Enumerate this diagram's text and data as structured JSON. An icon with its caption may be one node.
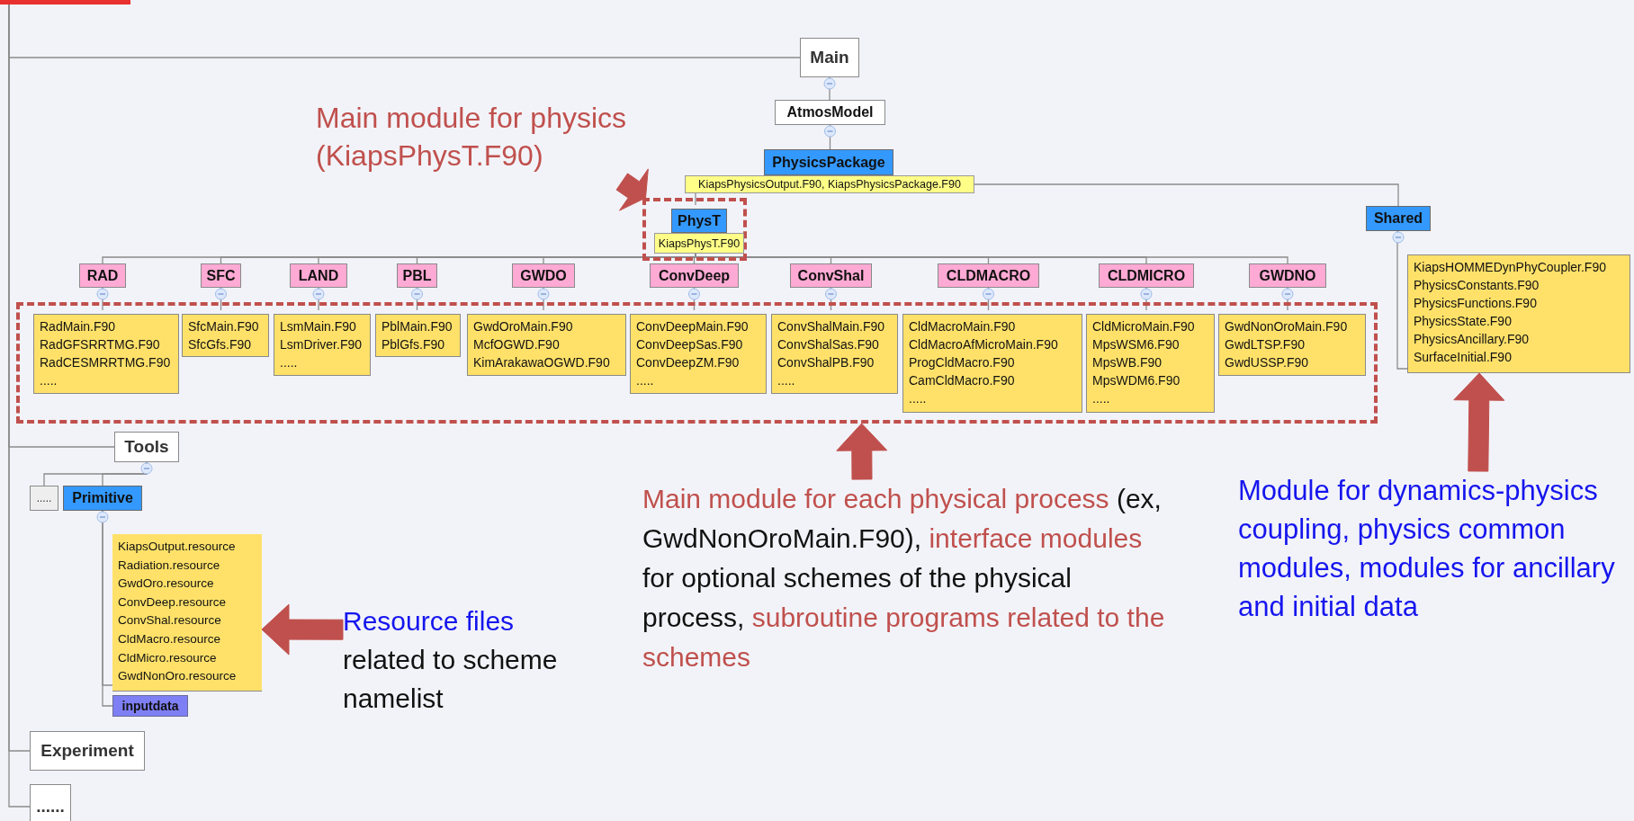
{
  "diagram": {
    "nodes": [
      {
        "text": [],
        "shape": "box"
      },
      {
        "text": [
          "Main"
        ]
      },
      {
        "text": [
          "AtmosModel"
        ]
      },
      {
        "text": [
          "PhysicsPackage"
        ]
      },
      {
        "text": [
          "KiapsPhysicsOutput.F90, KiapsPhysicsPackage.F90"
        ]
      },
      {
        "text": [
          "Main module for physics (KiapsPhysT.F90)"
        ]
      },
      {
        "text": [],
        "shape": "box"
      },
      {
        "text": [
          "PhysT"
        ],
        "in": 6
      },
      {
        "text": [
          "KiapsPhysT.F90"
        ],
        "in": 6
      },
      {
        "text": [
          "Shared"
        ]
      },
      {
        "text": [
          "KiapsHOMMEDynPhyCoupler.F90",
          "PhysicsConstants.F90",
          "PhysicsFunctions.F90",
          "PhysicsState.F90",
          "PhysicsAncillary.F90",
          "SurfaceInitial.F90"
        ]
      },
      {
        "text": [
          "RAD"
        ]
      },
      {
        "text": [
          "SFC"
        ]
      },
      {
        "text": [
          "LAND"
        ]
      },
      {
        "text": [
          "PBL"
        ]
      },
      {
        "text": [
          "GWDO"
        ]
      },
      {
        "text": [
          "ConvDeep"
        ]
      },
      {
        "text": [
          "ConvShal"
        ]
      },
      {
        "text": [
          "CLDMACRO"
        ]
      },
      {
        "text": [
          "CLDMICRO"
        ]
      },
      {
        "text": [
          "GWDNO"
        ]
      },
      {
        "text": [],
        "shape": "box"
      },
      {
        "text": [
          "RadMain.F90",
          "RadGFSRRTMG.F90",
          "RadCESMRRTMG.F90",
          "....."
        ],
        "in": 21
      },
      {
        "text": [
          "SfcMain.F90",
          "SfcGfs.F90"
        ],
        "in": 21
      },
      {
        "text": [
          "LsmMain.F90",
          "LsmDriver.F90",
          "....."
        ],
        "in": 21
      },
      {
        "text": [
          "PblMain.F90",
          "PblGfs.F90"
        ],
        "in": 21
      },
      {
        "text": [
          "GwdOroMain.F90",
          "McfOGWD.F90",
          "KimArakawaOGWD.F90"
        ],
        "in": 21
      },
      {
        "text": [
          "ConvDeepMain.F90",
          "ConvDeepSas.F90",
          "ConvDeepZM.F90",
          "....."
        ],
        "in": 21
      },
      {
        "text": [
          "ConvShalMain.F90",
          "ConvShalSas.F90",
          "ConvShalPB.F90",
          "....."
        ],
        "in": 21
      },
      {
        "text": [
          "CldMacroMain.F90",
          "CldMacroAfMicroMain.F90",
          "ProgCldMacro.F90",
          "CamCldMacro.F90",
          "....."
        ],
        "in": 21
      },
      {
        "text": [
          "CldMicroMain.F90",
          "MpsWSM6.F90",
          "MpsWB.F90",
          "MpsWDM6.F90",
          "....."
        ],
        "in": 21
      },
      {
        "text": [
          "GwdNonOroMain.F90",
          "GwdLTSP.F90",
          "GwdUSSP.F90"
        ],
        "in": 21
      },
      {
        "text": [
          "Tools"
        ]
      },
      {
        "text": [
          "....."
        ]
      },
      {
        "text": [
          "Primitive"
        ]
      },
      {
        "text": [
          "KiapsOutput.resource",
          "Radiation.resource",
          "GwdOro.resource",
          "ConvDeep.resource",
          "ConvShal.resource",
          "CldMacro.resource",
          "CldMicro.resource",
          "GwdNonOro.resource"
        ]
      },
      {
        "text": [
          "inputdata"
        ]
      },
      {
        "text": [
          "**Resource files** related to scheme namelist"
        ]
      },
      {
        "text": [
          "**Main module for each physical process** (ex, GwdNonOroMain.F90), **interface modules** for optional schemes of the physical process, **subroutine programs related to the schemes**"
        ]
      },
      {
        "text": [
          "Module for dynamics-physics coupling, physics common modules, modules for ancillary and initial data"
        ]
      },
      {
        "text": [
          "Experiment"
        ]
      },
      {
        "text": [
          "......"
        ]
      }
    ],
    "edges": [
      {
        "from": 0,
        "to": 1,
        "arrow": "none"
      },
      {
        "from": 0,
        "to": 32,
        "arrow": "none"
      },
      {
        "from": 0,
        "to": 40,
        "arrow": "none"
      },
      {
        "from": 0,
        "to": 41,
        "arrow": "none"
      },
      {
        "from": 1,
        "to": 2,
        "arrow": "none"
      },
      {
        "from": 2,
        "to": 3,
        "arrow": "none"
      },
      {
        "from": 4,
        "to": 7,
        "arrow": "none"
      },
      {
        "from": 4,
        "to": 9,
        "arrow": "none"
      },
      {
        "from": 9,
        "to": 10,
        "arrow": "none"
      },
      {
        "from": 8,
        "to": 11,
        "arrow": "none"
      },
      {
        "from": 8,
        "to": 12,
        "arrow": "none"
      },
      {
        "from": 8,
        "to": 13,
        "arrow": "none"
      },
      {
        "from": 8,
        "to": 14,
        "arrow": "none"
      },
      {
        "from": 8,
        "to": 15,
        "arrow": "none"
      },
      {
        "from": 8,
        "to": 16,
        "arrow": "none"
      },
      {
        "from": 8,
        "to": 17,
        "arrow": "none"
      },
      {
        "from": 8,
        "to": 18,
        "arrow": "none"
      },
      {
        "from": 8,
        "to": 19,
        "arrow": "none"
      },
      {
        "from": 8,
        "to": 20,
        "arrow": "none"
      },
      {
        "from": 11,
        "to": 22,
        "arrow": "none"
      },
      {
        "from": 12,
        "to": 23,
        "arrow": "none"
      },
      {
        "from": 13,
        "to": 24,
        "arrow": "none"
      },
      {
        "from": 14,
        "to": 25,
        "arrow": "none"
      },
      {
        "from": 15,
        "to": 26,
        "arrow": "none"
      },
      {
        "from": 16,
        "to": 27,
        "arrow": "none"
      },
      {
        "from": 17,
        "to": 28,
        "arrow": "none"
      },
      {
        "from": 18,
        "to": 29,
        "arrow": "none"
      },
      {
        "from": 19,
        "to": 30,
        "arrow": "none"
      },
      {
        "from": 20,
        "to": 31,
        "arrow": "none"
      },
      {
        "from": 32,
        "to": 33,
        "arrow": "none"
      },
      {
        "from": 32,
        "to": 34,
        "arrow": "none"
      },
      {
        "from": 34,
        "to": 35,
        "arrow": "none"
      },
      {
        "from": 34,
        "to": 36,
        "arrow": "none"
      },
      {
        "from": 5,
        "to": 6,
        "arrow": "to",
        "style": "thick",
        "color": "#c0504d"
      },
      {
        "from": 38,
        "to": 21,
        "arrow": "to",
        "style": "thick",
        "color": "#c0504d"
      },
      {
        "from": 39,
        "to": 10,
        "arrow": "to",
        "style": "thick",
        "color": "#c0504d"
      },
      {
        "from": 37,
        "to": 35,
        "arrow": "to",
        "style": "thick",
        "color": "#c0504d"
      }
    ]
  }
}
